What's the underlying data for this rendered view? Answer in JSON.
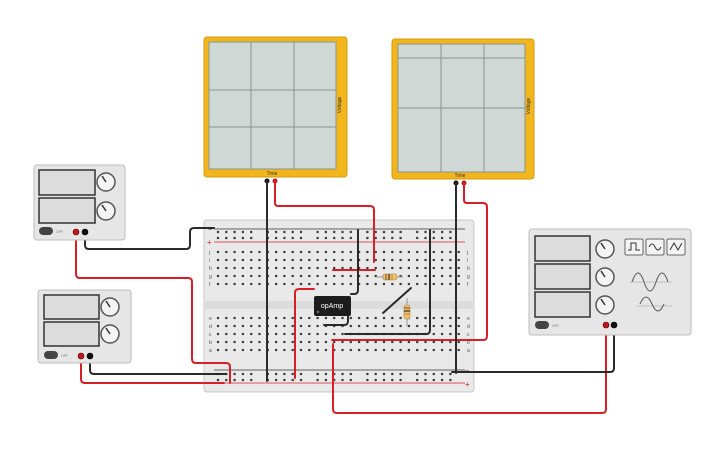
{
  "oscilloscope_1": {
    "x_label": "Time",
    "y_label": "Voltage"
  },
  "oscilloscope_2": {
    "x_label": "Time",
    "y_label": "Voltage"
  },
  "ic_chip": {
    "label": "opAmp"
  },
  "breadboard": {
    "row_letters": [
      "j",
      "i",
      "h",
      "g",
      "f",
      "e",
      "d",
      "c",
      "b",
      "a"
    ],
    "column_count": 30
  },
  "power_supply_1": {
    "switch_label": "OFF"
  },
  "power_supply_2": {
    "switch_label": "OFF"
  },
  "function_generator": {
    "switch_label": "OFF"
  },
  "colors": {
    "scope_frame": "#f2b61c",
    "scope_screen": "#cfd8d5",
    "red_wire": "#d61f26",
    "black_wire": "#2a2a2a",
    "breadboard": "#e9e9e9",
    "instrument_body": "#e6e6e6"
  }
}
